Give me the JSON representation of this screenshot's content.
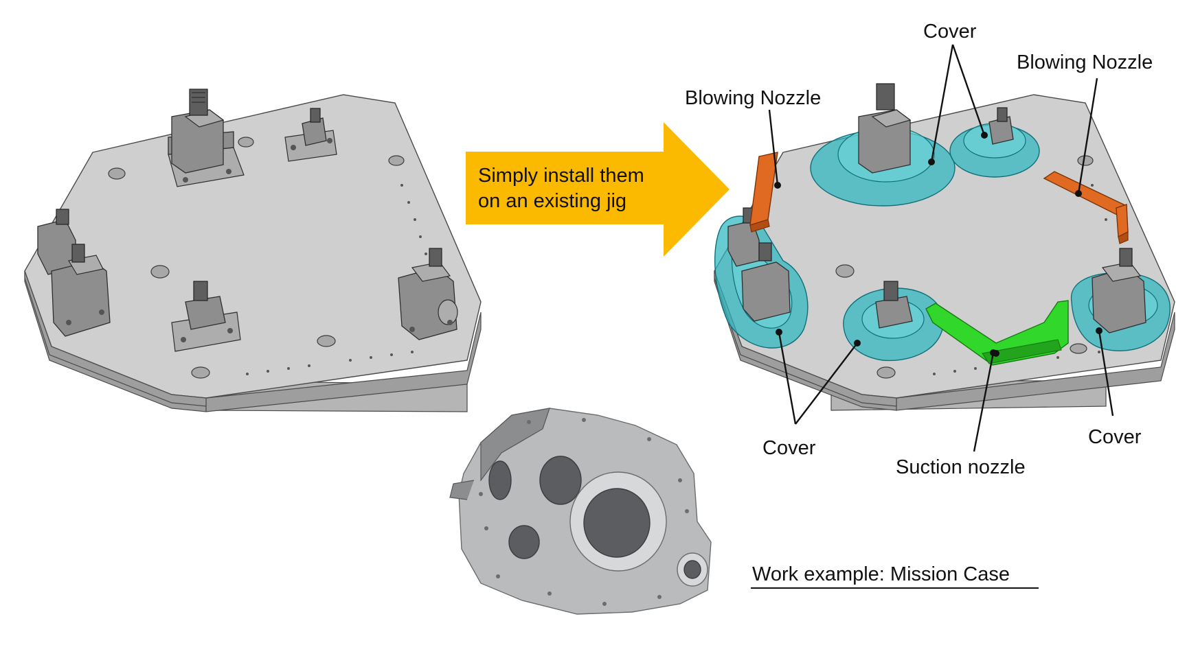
{
  "arrow": {
    "line1": "Simply install them",
    "line2": "on an existing jig",
    "color": "#fbb900"
  },
  "labels": {
    "blowing_nozzle_left": "Blowing Nozzle",
    "cover_top": "Cover",
    "blowing_nozzle_right": "Blowing Nozzle",
    "cover_bottom_left": "Cover",
    "suction_nozzle": "Suction nozzle",
    "cover_bottom_right": "Cover"
  },
  "caption": "Work example: Mission Case",
  "colors": {
    "cover": "#2fb7c0",
    "blowing_nozzle": "#e06a22",
    "suction_nozzle": "#31d72b"
  }
}
